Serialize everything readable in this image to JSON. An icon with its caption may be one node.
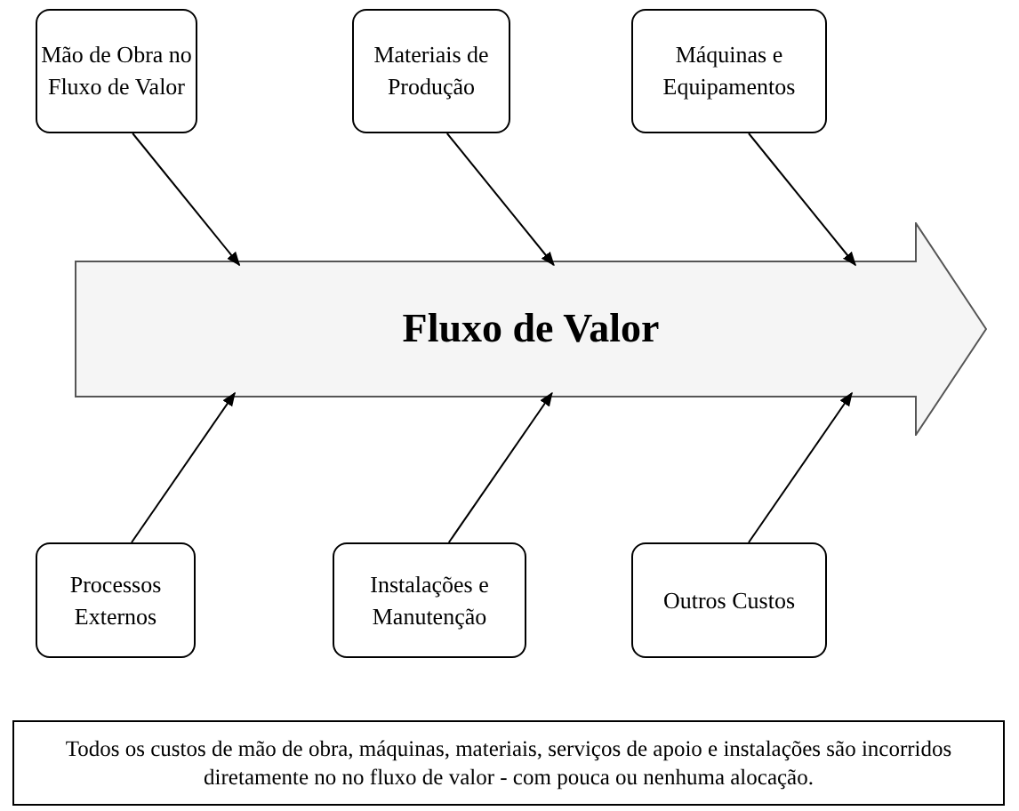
{
  "diagram": {
    "nodes": [
      {
        "text": [
          "Mão de Obra no Fluxo de Valor"
        ]
      },
      {
        "text": [
          "Materiais de Produção"
        ]
      },
      {
        "text": [
          "Máquinas e Equipamentos"
        ]
      },
      {
        "text": [
          "Processos Externos"
        ]
      },
      {
        "text": [
          "Instalações e Manutenção"
        ]
      },
      {
        "text": [
          "Outros Custos"
        ]
      },
      {
        "text": [
          "Fluxo de Valor"
        ]
      },
      {
        "text": [
          "Todos os custos de mão de obra, máquinas, materiais, serviços de apoio e instalações são incorridos diretamente no no fluxo de valor - com pouca ou nenhuma alocação."
        ]
      }
    ],
    "edges": [
      {
        "from": 0,
        "to": 6,
        "arrow": "to"
      },
      {
        "from": 1,
        "to": 6,
        "arrow": "to"
      },
      {
        "from": 2,
        "to": 6,
        "arrow": "to"
      },
      {
        "from": 3,
        "to": 6,
        "arrow": "to"
      },
      {
        "from": 4,
        "to": 6,
        "arrow": "to"
      },
      {
        "from": 5,
        "to": 6,
        "arrow": "to"
      }
    ]
  }
}
